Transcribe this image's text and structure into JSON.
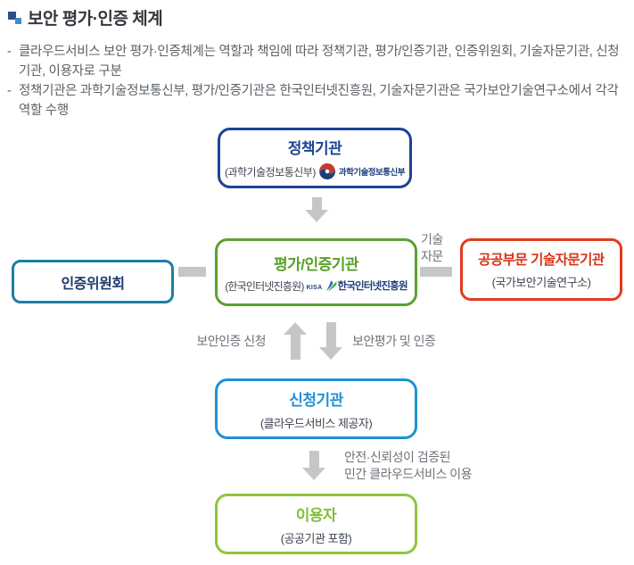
{
  "header": {
    "title": "보안 평가·인증 체계"
  },
  "intro": {
    "dash": "-",
    "bullets": [
      "클라우드서비스 보안 평가·인증체계는 역할과 책임에 따라 정책기관, 평가/인증기관, 인증위원회, 기술자문기관, 신청기관, 이용자로 구분",
      "정책기관은 과학기술정보통신부, 평가/인증기관은 한국인터넷진흥원, 기술자문기관은 국가보안기술연구소에서 각각 역할 수행"
    ]
  },
  "diagram": {
    "policy": {
      "title": "정책기관",
      "subtitle": "(과학기술정보통신부)",
      "logo_icon": "msit-taegeuk-logo",
      "logo_label": "과학기술정보통신부",
      "border_color": "#1d4391",
      "title_color": "#1d4391"
    },
    "committee": {
      "title": "인증위원회",
      "border_color": "#1c7fa6",
      "title_color": "#1d3a6e"
    },
    "evaluator": {
      "title": "평가/인증기관",
      "subtitle": "(한국인터넷진흥원)",
      "logo_icon": "kisa-logo",
      "logo_wordmark": "KISA",
      "logo_label": "한국인터넷진흥원",
      "border_color": "#5ba133",
      "title_color": "#56a026"
    },
    "advisor": {
      "title": "공공부문 기술자문기관",
      "subtitle": "(국가보안기술연구소)",
      "border_color": "#e23b1d",
      "title_color": "#da3315"
    },
    "applicant": {
      "title": "신청기관",
      "subtitle": "(클라우드서비스 제공자)",
      "border_color": "#2191d4",
      "title_color": "#2191d4"
    },
    "user": {
      "title": "이용자",
      "subtitle": "(공공기관 포함)",
      "border_color": "#8dc63f",
      "title_color": "#82bd36"
    },
    "labels": {
      "tech_advice": [
        "기술",
        "자문"
      ],
      "apply": "보안인증 신청",
      "evaluate": "보안평가 및 인증",
      "use": [
        "안전·신뢰성이 검증된",
        "민간 클라우드서비스 이용"
      ]
    },
    "arrow_color": "#c6c6c6",
    "label_color": "#6e737a"
  }
}
